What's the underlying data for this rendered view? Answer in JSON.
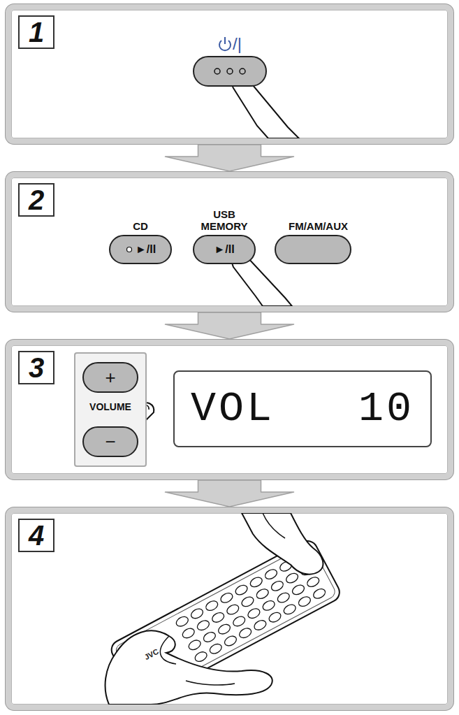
{
  "diagram": {
    "nodes": [
      {
        "text": [
          "1"
        ]
      },
      {
        "text": [
          "/|"
        ],
        "in": 0
      },
      {
        "text": [
          "2"
        ]
      },
      {
        "text": [
          "CD",
          "►/II"
        ],
        "in": 2
      },
      {
        "text": [
          "USB MEMORY",
          "►/II"
        ],
        "in": 2
      },
      {
        "text": [
          "FM/AM/AUX"
        ],
        "in": 2
      },
      {
        "text": [
          "3"
        ]
      },
      {
        "text": [
          "VOLUME"
        ],
        "in": 6
      },
      {
        "text": [
          "+"
        ],
        "in": 7
      },
      {
        "text": [
          "−"
        ],
        "in": 7
      },
      {
        "text": [
          "VOL 10"
        ],
        "in": 6
      },
      {
        "text": [
          "4"
        ]
      }
    ],
    "edges": [
      {
        "from": 0,
        "to": 2,
        "arrow": "to"
      },
      {
        "from": 2,
        "to": 6,
        "arrow": "to"
      },
      {
        "from": 6,
        "to": 11,
        "arrow": "to"
      }
    ],
    "labels": [
      "JVC"
    ]
  }
}
